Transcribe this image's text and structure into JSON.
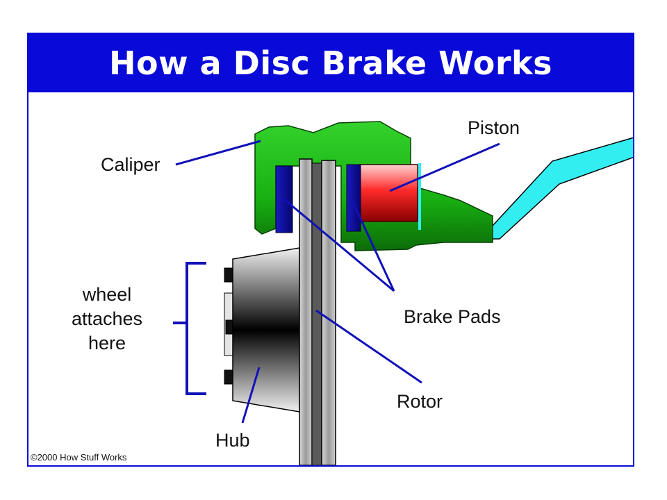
{
  "title": "How a Disc Brake Works",
  "labels": {
    "caliper": "Caliper",
    "piston": "Piston",
    "wheel_line1": "wheel",
    "wheel_line2": "attaches",
    "wheel_line3": "here",
    "brake_pads": "Brake Pads",
    "rotor": "Rotor",
    "hub": "Hub"
  },
  "copyright": "©2000 How Stuff Works",
  "colors": {
    "title_bar": "#0a0ad8",
    "caliper": "#22c41c",
    "piston": "#e01818",
    "brake_pad": "#0c0c9e",
    "hydraulic_line": "#33eef0",
    "leader_line": "#1010b8"
  }
}
